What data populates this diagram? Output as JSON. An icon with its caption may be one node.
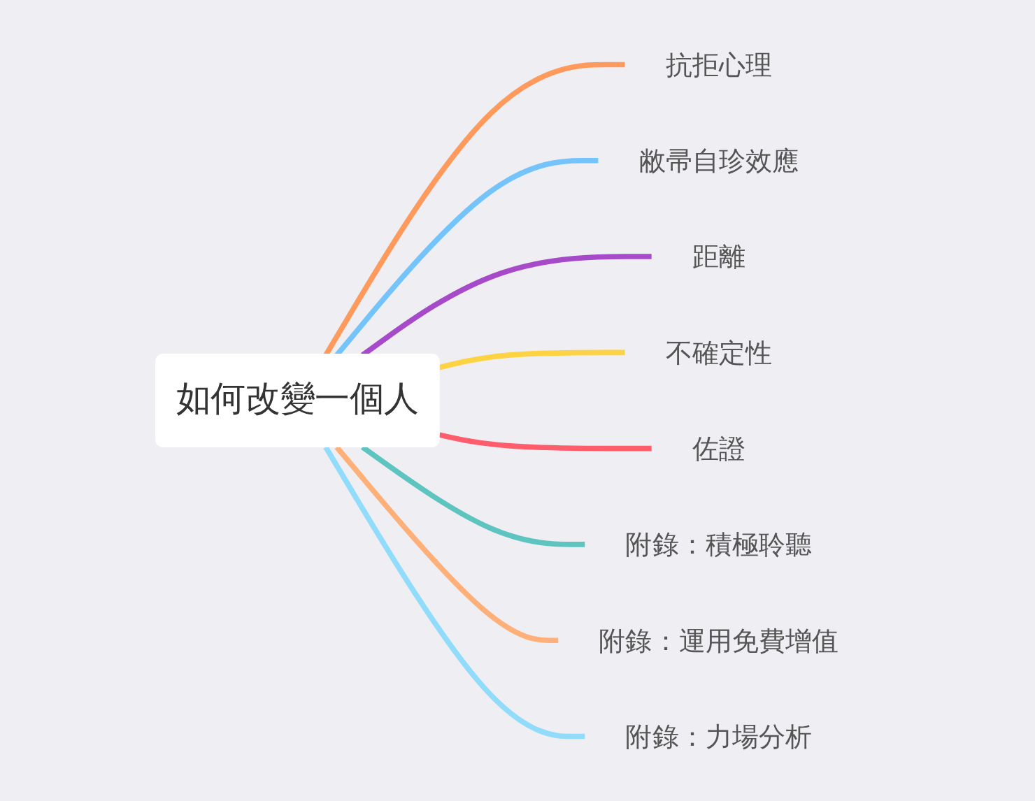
{
  "diagram": {
    "nodes": [
      {
        "text": [
          "如何改變一個人"
        ]
      },
      {
        "text": [
          "抗拒心理"
        ]
      },
      {
        "text": [
          "敝帚自珍效應"
        ]
      },
      {
        "text": [
          "距離"
        ]
      },
      {
        "text": [
          "不確定性"
        ]
      },
      {
        "text": [
          "佐證"
        ]
      },
      {
        "text": [
          "附錄：積極聆聽"
        ]
      },
      {
        "text": [
          "附錄：運用免費增值"
        ]
      },
      {
        "text": [
          "附錄：力場分析"
        ]
      }
    ],
    "edges": [
      {
        "from": 0,
        "to": 1,
        "arrow": "none",
        "color": "#ff9a5c"
      },
      {
        "from": 0,
        "to": 2,
        "arrow": "none",
        "color": "#74c4fb"
      },
      {
        "from": 0,
        "to": 3,
        "arrow": "none",
        "color": "#a64ac9"
      },
      {
        "from": 0,
        "to": 4,
        "arrow": "none",
        "color": "#fdd343"
      },
      {
        "from": 0,
        "to": 5,
        "arrow": "none",
        "color": "#ff5c6c"
      },
      {
        "from": 0,
        "to": 6,
        "arrow": "none",
        "color": "#5ec4c0"
      },
      {
        "from": 0,
        "to": 7,
        "arrow": "none",
        "color": "#ffaf78"
      },
      {
        "from": 0,
        "to": 8,
        "arrow": "none",
        "color": "#92dcfb"
      }
    ]
  }
}
